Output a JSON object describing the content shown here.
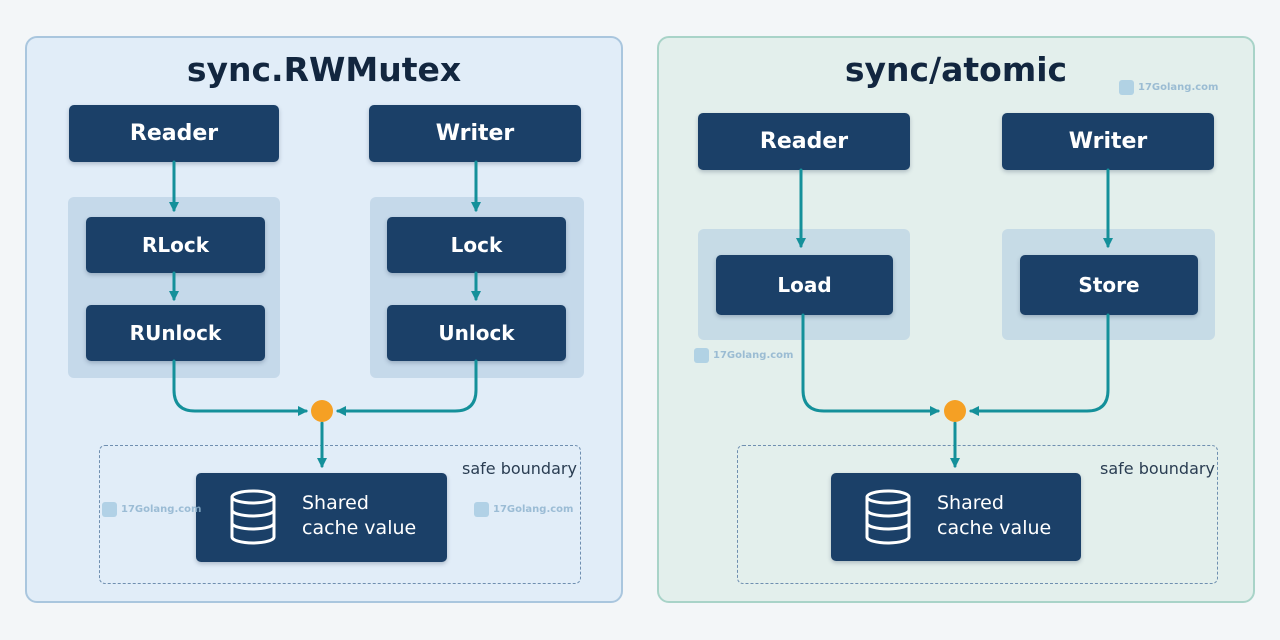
{
  "colors": {
    "box_fill": "#1b4068",
    "arrow": "#14909a",
    "junction": "#f5a024",
    "left_panel_bg": "#e1edf8",
    "right_panel_bg": "#e3efec"
  },
  "left_panel": {
    "title": "sync.RWMutex",
    "reader": "Reader",
    "writer": "Writer",
    "reader_ops": [
      "RLock",
      "RUnlock"
    ],
    "writer_ops": [
      "Lock",
      "Unlock"
    ],
    "boundary_label": "safe boundary",
    "shared": {
      "line1": "Shared",
      "line2": "cache value",
      "icon": "database-icon"
    }
  },
  "right_panel": {
    "title": "sync/atomic",
    "reader": "Reader",
    "writer": "Writer",
    "reader_op": "Load",
    "writer_op": "Store",
    "boundary_label": "safe boundary",
    "shared": {
      "line1": "Shared",
      "line2": "cache value",
      "icon": "database-icon"
    }
  },
  "watermark": "17Golang.com"
}
